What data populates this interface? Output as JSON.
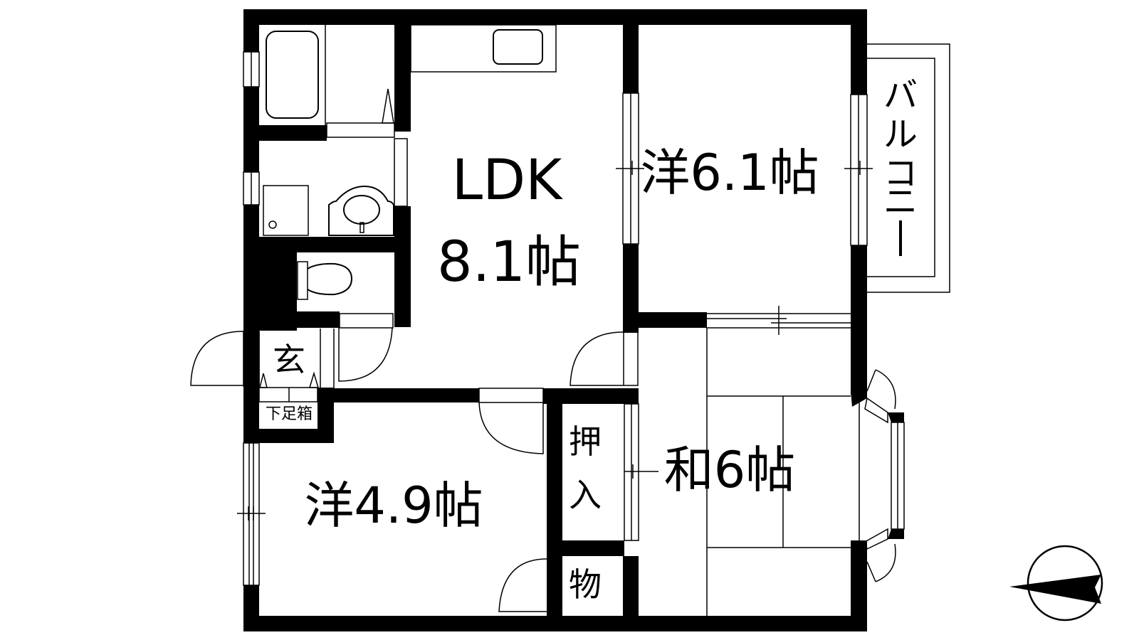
{
  "floorplan": {
    "rooms": {
      "ldk": {
        "name": "LDK",
        "area": "8.1帖"
      },
      "western_large": {
        "label": "洋6.1帖"
      },
      "western_small": {
        "label": "洋4.9帖"
      },
      "japanese": {
        "label": "和6帖"
      },
      "entrance": {
        "label": "玄"
      },
      "shoe_box": {
        "label": "下足箱"
      },
      "closet": {
        "line1": "押",
        "line2": "入"
      },
      "storage": {
        "label": "物"
      },
      "balcony": {
        "chars": [
          "バ",
          "ル",
          "コ",
          "ニ",
          "ー"
        ]
      }
    },
    "compass": {
      "direction": "north-arrow",
      "points": "left"
    },
    "colors": {
      "wall": "#000000",
      "background": "#ffffff"
    }
  }
}
